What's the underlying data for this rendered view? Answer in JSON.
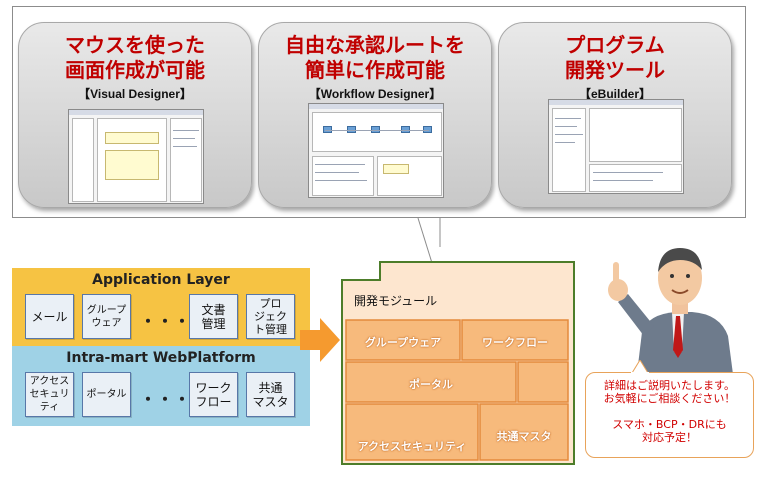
{
  "cards": [
    {
      "title_line1": "マウスを使った",
      "title_line2": "画面作成が可能",
      "subtitle": "【Visual Designer】"
    },
    {
      "title_line1": "自由な承認ルートを",
      "title_line2": "簡単に作成可能",
      "subtitle": "【Workflow Designer】"
    },
    {
      "title_line1": "プログラム",
      "title_line2": "開発ツール",
      "subtitle": "【eBuilder】"
    }
  ],
  "application_layer": {
    "title": "Application Layer",
    "boxes": [
      "メール",
      "グループ\nウェア",
      "文書\n管理",
      "プロ\nジェク\nト管理"
    ],
    "ellipsis": "・・・"
  },
  "web_platform": {
    "title": "Intra-mart WebPlatform",
    "boxes": [
      "アクセス\nセキュリティ",
      "ポータル",
      "ワーク\nフロー",
      "共通\nマスタ"
    ],
    "ellipsis": "・・・"
  },
  "module": {
    "label": "開発モジュール",
    "items": [
      "グループウェア",
      "ワークフロー",
      "ポータル",
      "アクセスセキュリティ",
      "共通マスタ"
    ]
  },
  "callout": {
    "line1": "詳細はご説明いたします。",
    "line2": "お気軽にご相談ください！",
    "line3": "スマホ・BCP・DRにも",
    "line4": "対応予定！"
  },
  "colors": {
    "title_red": "#c00000",
    "app_layer": "#f6c343",
    "web_layer": "#9fd2e6",
    "module_fill": "#f7ba7c",
    "module_outer": "#fde6cf",
    "arrow": "#f59a2f",
    "callout_text": "#d10000"
  }
}
